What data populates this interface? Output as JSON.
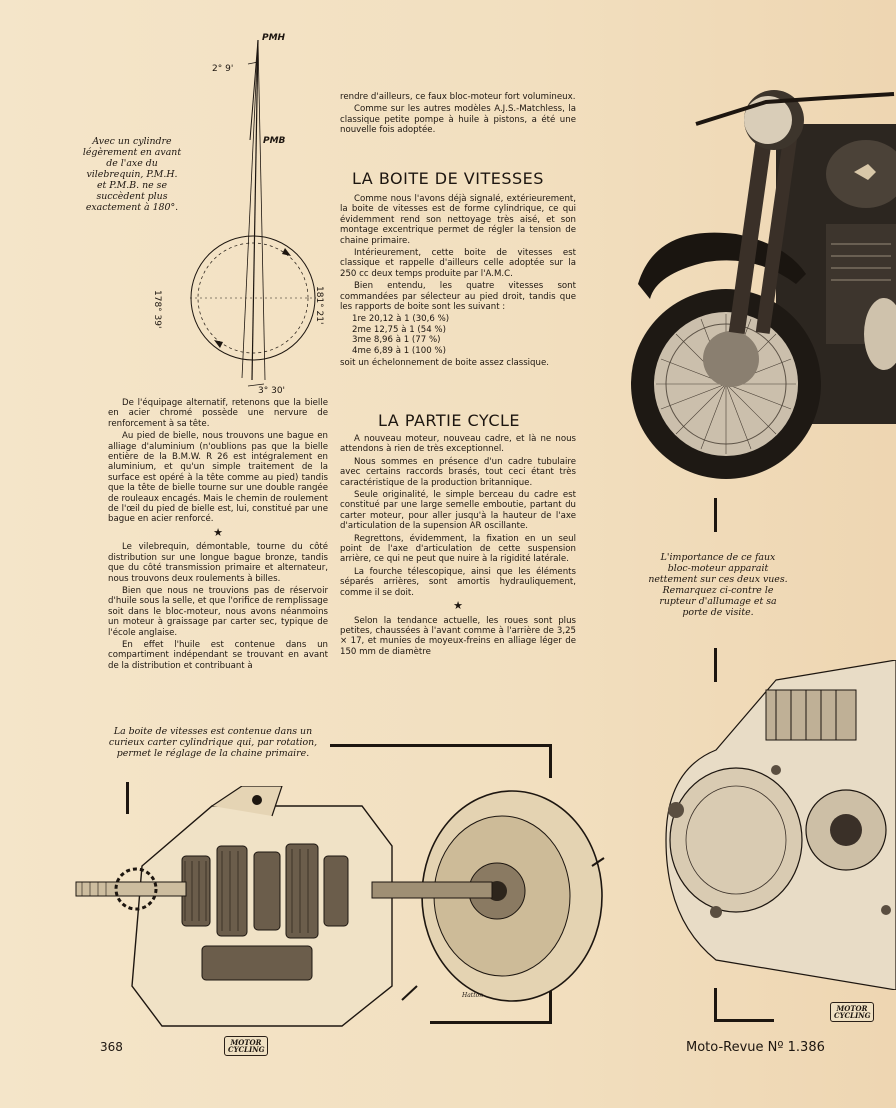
{
  "diagram": {
    "pmh": "PMH",
    "pmb": "PMB",
    "angle_top": "2° 9'",
    "angle_bottom": "3° 30'",
    "arc_left": "178° 39'",
    "arc_right": "181° 21'"
  },
  "captions": {
    "cylinder": "Avec un cylindre légèrement en avant de l'axe du vilebrequin, P.M.H. et P.M.B. ne se succèdent plus exactement à 180°.",
    "gearbox": "La boite de vitesses est contenue dans un curieux carter cylindrique qui, par rotation, permet le réglage de la chaine primaire.",
    "engine": "L'importance de ce faux bloc-moteur apparait nettement sur ces deux vues. Remarquez ci-contre le rupteur d'allumage et sa porte de visite."
  },
  "left_column": {
    "p1": "De l'équipage alternatif, retenons que la bielle en acier chromé possède une nervure de renforcement à sa tête.",
    "p2": "Au pied de bielle, nous trouvons une bague en alliage d'aluminium (n'oublions pas que la bielle entière de la B.M.W. R 26 est intégralement en aluminium, et qu'un simple traitement de la surface est opéré à la tête comme au pied) tandis que la tête de bielle tourne sur une double rangée de rouleaux encagés. Mais le chemin de roulement de l'œil du pied de bielle est, lui, constitué par une bague en acier renforcé.",
    "star": "★",
    "p3": "Le vilebrequin, démontable, tourne du côté distribution sur une longue bague bronze, tandis que du côté transmission primaire et alternateur, nous trouvons deux roulements à billes.",
    "p4": "Bien que nous ne trouvions pas de réservoir d'huile sous la selle, et que l'orifice de remplissage soit dans le bloc-moteur, nous avons néanmoins un moteur à graissage par carter sec, typique de l'école anglaise.",
    "p5": "En effet l'huile est contenue dans un compartiment indépendant se trouvant en avant de la distribution et contribuant à"
  },
  "middle_column": {
    "p1": "rendre d'ailleurs, ce faux bloc-moteur fort volumineux.",
    "p2": "Comme sur les autres modèles A.J.S.-Matchless, la classique petite pompe à huile à pistons, a été une nouvelle fois adoptée.",
    "heading1": "LA BOITE DE VITESSES",
    "p3": "Comme nous l'avons déjà signalé, extérieurement, la boite de vitesses est de forme cylindrique, ce qui évidemment rend son nettoyage très aisé, et son montage excentrique permet de régler la tension de chaine primaire.",
    "p4": "Intérieurement, cette boite de vitesses est classique et rappelle d'ailleurs celle adoptée sur la 250 cc deux temps produite par l'A.M.C.",
    "p5": "Bien entendu, les quatre vitesses sont commandées par sélecteur au pied droit, tandis que les rapports de boite sont les suivant :",
    "ratios": [
      "1re 20,12 à 1 (30,6 %)",
      "2me 12,75 à 1 (54 %)",
      "3me 8,96 à 1 (77 %)",
      "4me 6,89 à 1 (100 %)"
    ],
    "p6": "soit un échelonnement de boite assez classique.",
    "heading2": "LA PARTIE CYCLE",
    "p7": "A nouveau moteur, nouveau cadre, et là ne nous attendons à rien de très exceptionnel.",
    "p8": "Nous sommes en présence d'un cadre tubulaire avec certains raccords brasés, tout ceci étant très caractéristique de la production britannique.",
    "p9": "Seule originalité, le simple berceau du cadre est constitué par une large semelle emboutie, partant du carter moteur, pour aller jusqu'à la hauteur de l'axe d'articulation de la supension AR oscillante.",
    "p10": "Regrettons, évidemment, la fixation en un seul point de l'axe d'articulation de cette suspension arrière, ce qui ne peut que nuire à la rigidité latérale.",
    "p11": "La fourche télescopique, ainsi que les éléments séparés arrières, sont amortis hydrauliquement, comme il se doit.",
    "star": "★",
    "p12": "Selon la tendance actuelle, les roues sont plus petites, chaussées à l'avant comme à l'arrière de 3,25 × 17, et munies de moyeux-freins en alliage léger de 150 mm de diamètre"
  },
  "footer": {
    "page_number": "368",
    "magazine": "Moto-Revue Nº 1.386",
    "logo": "MOTOR CYCLING",
    "logo2": "MOTOR CYCLING",
    "artist": "Hatton"
  }
}
